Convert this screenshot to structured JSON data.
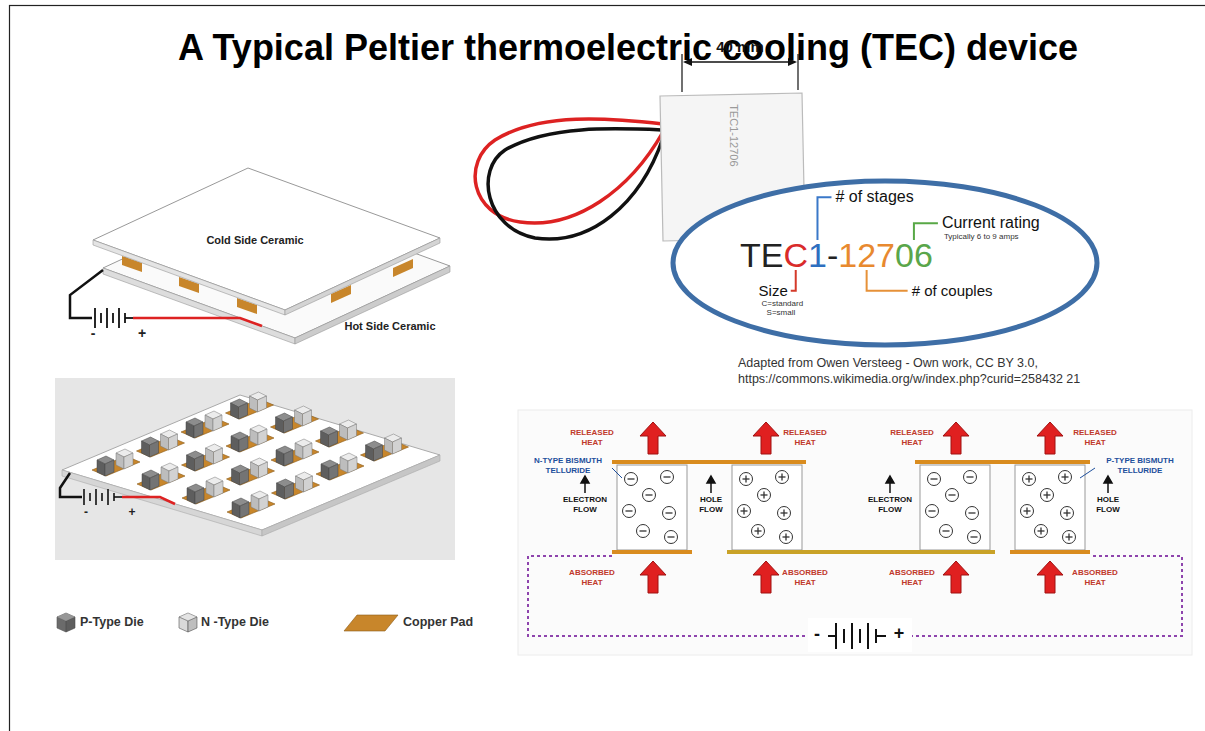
{
  "diagram": {
    "title": "A Typical Peltier thermoelectric cooling (TEC) device",
    "nodes": [
      {
        "text": [
          "# of stages",
          "Current rating",
          "Typically 6 to 9 amps",
          "TE",
          "C",
          "1",
          "-",
          "127",
          "06",
          "Size",
          "C=standard",
          "S=small",
          "# of couples"
        ]
      }
    ],
    "labels": [
      "Cold Side Ceramic",
      "Hot Side Ceramic",
      "-",
      "+",
      "-",
      "+",
      "40 mm",
      "TEC1-12706",
      "Adapted from Owen Versteeg - Own work, CC BY 3.0, https://commons.wikimedia.org/w/index.php?curid=258432 21",
      "RELEASED HEAT",
      "RELEASED HEAT",
      "RELEASED HEAT",
      "RELEASED HEAT",
      "N-TYPE BISMUTH TELLURIDE",
      "P-TYPE BISMUTH TELLURIDE",
      "ELECTRON FLOW",
      "HOLE FLOW",
      "ELECTRON FLOW",
      "HOLE FLOW",
      "ABSORBED HEAT",
      "ABSORBED HEAT",
      "ABSORBED HEAT",
      "ABSORBED HEAT",
      "-",
      "+"
    ],
    "legend": [
      {
        "text": "P-Type Die",
        "color": "#6b6b6b"
      },
      {
        "text": "N -Type Die",
        "color": "#d9d9d9"
      },
      {
        "text": "Copper Pad",
        "color": "#c8862b"
      }
    ]
  }
}
